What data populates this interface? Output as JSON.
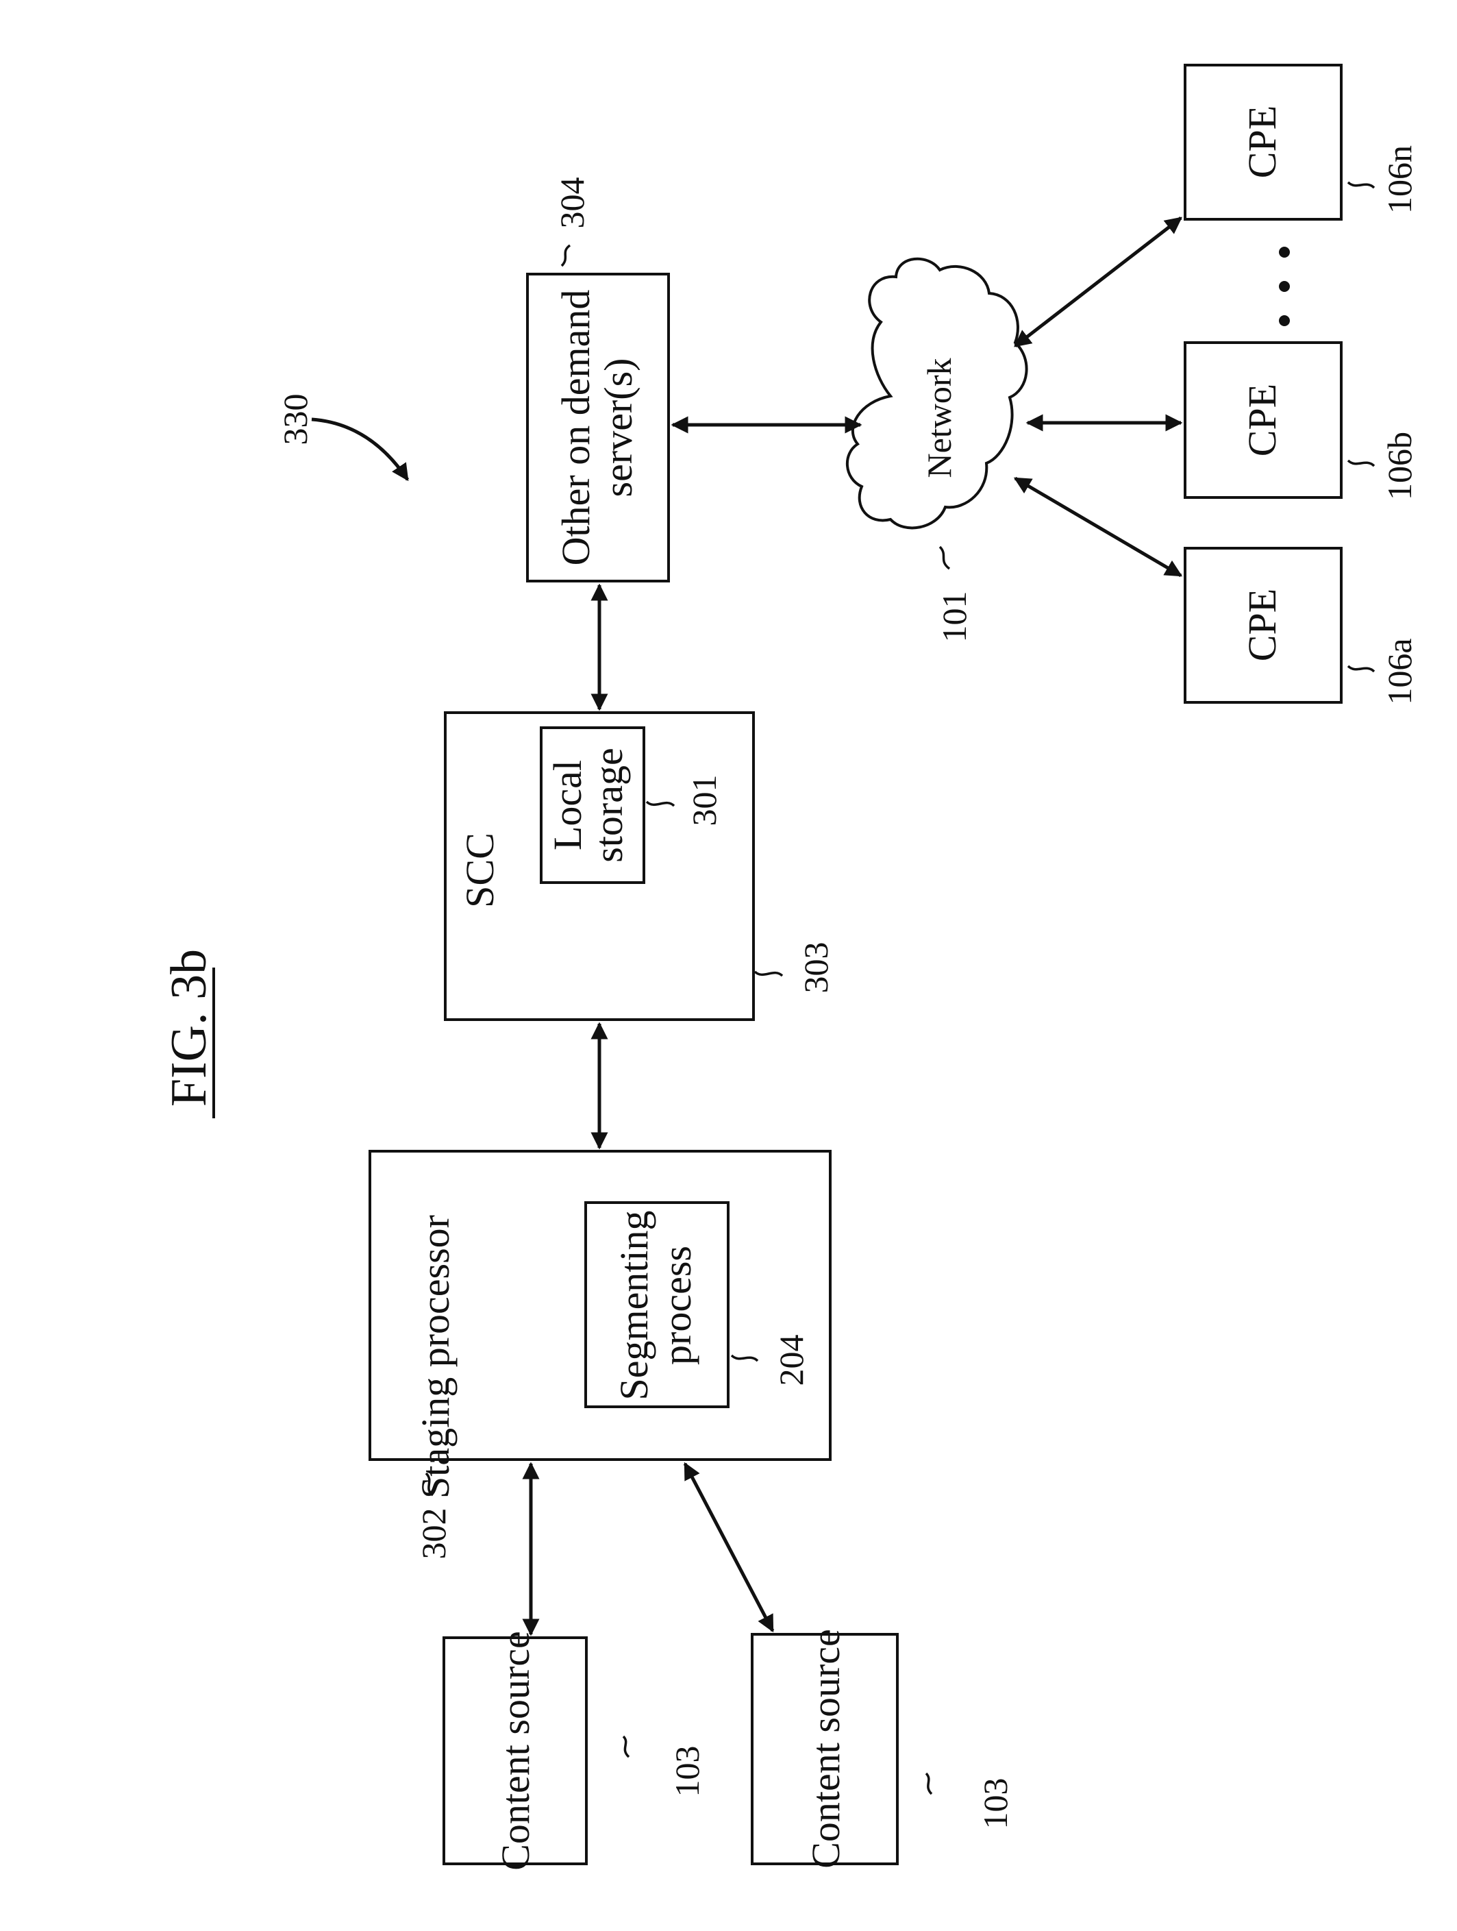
{
  "figure": {
    "title": "FIG. 3b",
    "reference": "330"
  },
  "nodes": {
    "content_source_1": {
      "label": "Content source",
      "ref": "103"
    },
    "content_source_2": {
      "label": "Content source",
      "ref": "103"
    },
    "staging_processor": {
      "label": "Staging processor",
      "ref": "302"
    },
    "segmenting_process": {
      "label_line1": "Segmenting",
      "label_line2": "process",
      "ref": "204"
    },
    "scc": {
      "label": "SCC",
      "ref": "303"
    },
    "local_storage": {
      "label_line1": "Local",
      "label_line2": "storage",
      "ref": "301"
    },
    "other_on_demand": {
      "label_line1": "Other on demand",
      "label_line2": "server(s)",
      "ref": "304"
    },
    "network": {
      "label": "Network",
      "ref": "101"
    },
    "cpe_a": {
      "label": "CPE",
      "ref": "106a"
    },
    "cpe_b": {
      "label": "CPE",
      "ref": "106b"
    },
    "cpe_n": {
      "label": "CPE",
      "ref": "106n"
    }
  },
  "colors": {
    "stroke": "#111111",
    "background": "#ffffff"
  }
}
